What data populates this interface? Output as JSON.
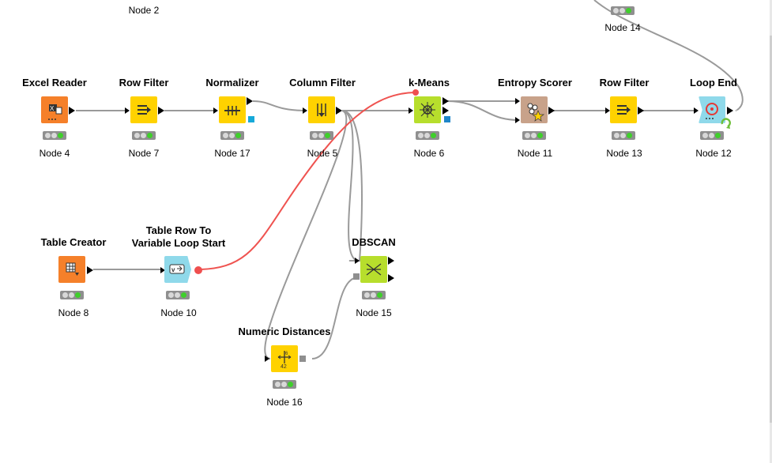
{
  "nodes": {
    "node2": {
      "title": "",
      "id": "Node 2"
    },
    "node14": {
      "title": "",
      "id": "Node 14"
    },
    "node4": {
      "title": "Excel Reader",
      "id": "Node 4"
    },
    "node7": {
      "title": "Row Filter",
      "id": "Node 7"
    },
    "node17": {
      "title": "Normalizer",
      "id": "Node 17"
    },
    "node5": {
      "title": "Column Filter",
      "id": "Node 5"
    },
    "node6": {
      "title": "k-Means",
      "id": "Node 6"
    },
    "node11": {
      "title": "Entropy Scorer",
      "id": "Node 11"
    },
    "node13": {
      "title": "Row Filter",
      "id": "Node 13"
    },
    "node12": {
      "title": "Loop End",
      "id": "Node 12"
    },
    "node8": {
      "title": "Table Creator",
      "id": "Node 8"
    },
    "node10": {
      "title": "Table Row To\nVariable Loop Start",
      "id": "Node 10"
    },
    "node15": {
      "title": "DBSCAN",
      "id": "Node 15"
    },
    "node16": {
      "title": "Numeric Distances",
      "id": "Node 16"
    }
  },
  "colors": {
    "source": "#f5802a",
    "manipulator": "#ffd200",
    "learner": "#b7de2c",
    "other": "#c8a28a",
    "loop": "#8fd9ea",
    "variable_edge": "#ef5350",
    "data_edge": "#9a9a9a"
  },
  "icons": {
    "node4": "excel-reader-icon",
    "node7": "row-filter-icon",
    "node17": "normalizer-icon",
    "node5": "column-filter-icon",
    "node6": "k-means-icon",
    "node11": "entropy-scorer-icon",
    "node13": "row-filter-icon",
    "node12": "loop-end-icon",
    "node8": "table-creator-icon",
    "node10": "loop-start-icon",
    "node15": "dbscan-icon",
    "node16": "numeric-distances-icon"
  }
}
